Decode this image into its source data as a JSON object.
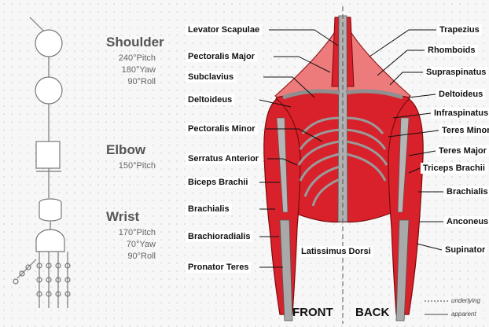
{
  "joints": {
    "shoulder": {
      "title": "Shoulder",
      "specs": [
        "240°Pitch",
        "180°Yaw",
        "90°Roll"
      ]
    },
    "elbow": {
      "title": "Elbow",
      "specs": [
        "150°Pitch"
      ]
    },
    "wrist": {
      "title": "Wrist",
      "specs": [
        "170°Pitch",
        "70°Yaw",
        "90°Roll"
      ]
    }
  },
  "front_muscles": [
    "Levator Scapulae",
    "Pectoralis Major",
    "Subclavius",
    "Deltoideus",
    "Pectoralis Minor",
    "Serratus Anterior",
    "Biceps Brachii",
    "Brachialis",
    "Brachioradialis",
    "Pronator Teres"
  ],
  "back_muscles": [
    "Trapezius",
    "Rhomboids",
    "Supraspinatus",
    "Deltoideus",
    "Infraspinatus",
    "Teres Minor",
    "Teres Major",
    "Triceps Brachii",
    "Brachialis",
    "Anconeus",
    "Supinator"
  ],
  "center_label": "Latissimus Dorsi",
  "views": {
    "front": "FRONT",
    "back": "BACK"
  },
  "legend": {
    "underlying": "underlying",
    "apparent": "apparent"
  },
  "colors": {
    "muscle": "#d8212a",
    "muscle_light": "#ec5b5b",
    "bone": "#a9a9a9",
    "line": "#111111"
  }
}
